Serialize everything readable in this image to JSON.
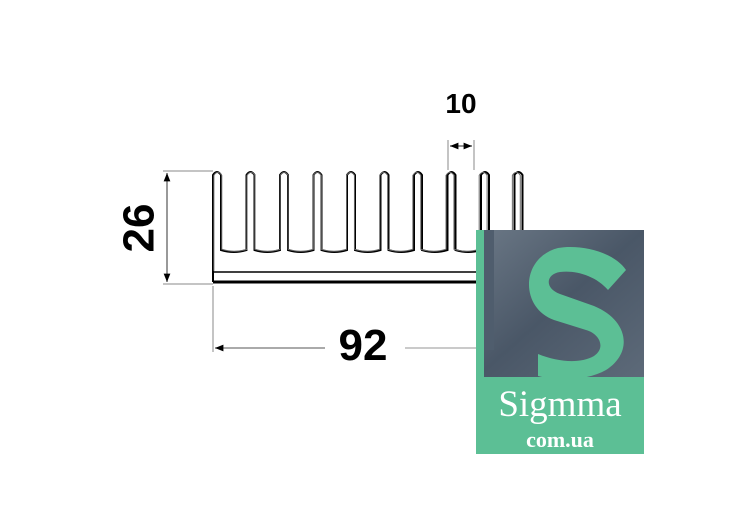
{
  "dimensions": {
    "height_label": "26",
    "width_label": "92",
    "fin_pitch_label": "10"
  },
  "profile": {
    "fin_count": 10
  },
  "watermark": {
    "name": "Sigmma",
    "domain": "com.ua",
    "colors": {
      "green": "#5cbf95",
      "steel": "#4f5d6d"
    }
  }
}
